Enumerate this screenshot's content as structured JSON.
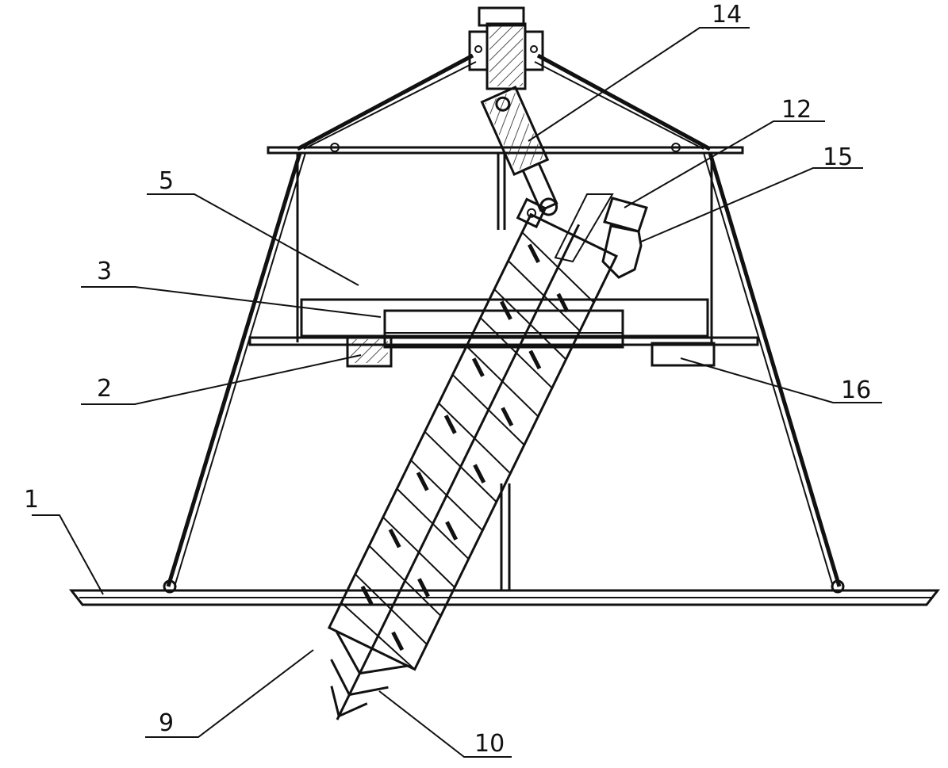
{
  "figure": {
    "labels": {
      "l1": "1",
      "l2": "2",
      "l3": "3",
      "l5": "5",
      "l9": "9",
      "l10": "10",
      "l12": "12",
      "l14": "14",
      "l15": "15",
      "l16": "16"
    }
  },
  "colors": {
    "line": "#111111",
    "background": "#ffffff"
  }
}
